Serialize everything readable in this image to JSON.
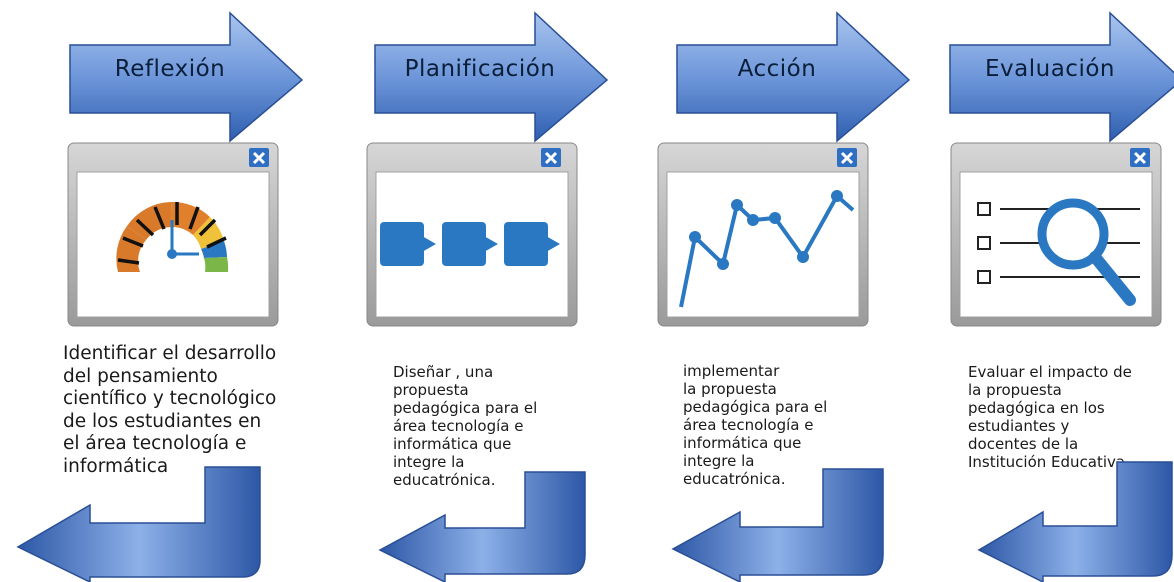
{
  "stages": [
    {
      "title": "Reflexión",
      "icon": "speedometer-icon",
      "description": "Identificar el desarrollo\ndel pensamiento\ncientífico y tecnológico\nde los estudiantes en\nel área tecnología e\ninformática"
    },
    {
      "title": "Planificación",
      "icon": "process-flow-icon",
      "description": "Diseñar , una\npropuesta\npedagógica para el\nárea tecnología e\ninformática que\nintegre la\neducatrónica."
    },
    {
      "title": "Acción",
      "icon": "line-graph-icon",
      "description": "implementar\nla propuesta\npedagógica para el\nárea tecnología e\ninformática que\nintegre la\neducatrónica."
    },
    {
      "title": "Evaluación",
      "icon": "checklist-magnifier-icon",
      "description": "Evaluar el impacto de\nla propuesta\npedagógica en los\nestudiantes y\ndocentes de la\nInstitución Educativa"
    }
  ],
  "colors": {
    "arrow_light": "#7fa6e0",
    "arrow_dark": "#2e5ba8",
    "icon_blue": "#2a78c2",
    "window_gray": "#b8b8b8",
    "close_blue": "#2e6fc4"
  }
}
